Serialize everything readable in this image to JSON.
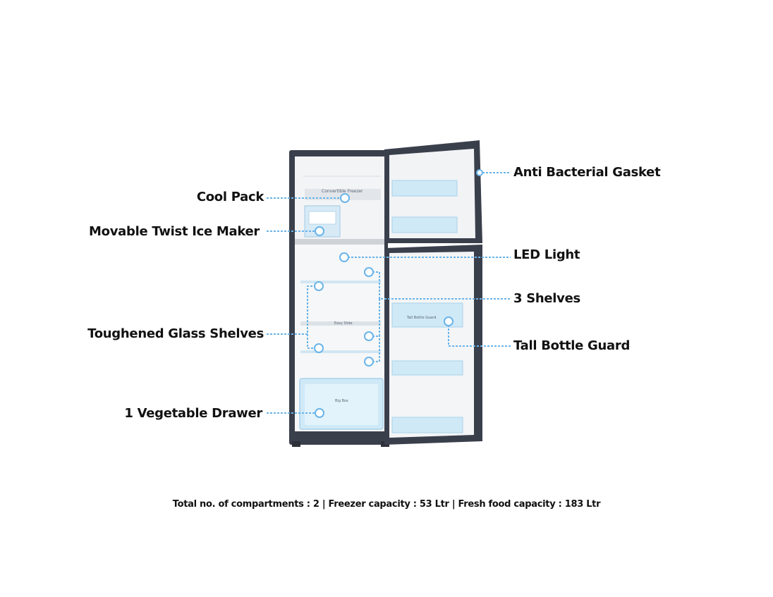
{
  "diagram": {
    "panel_labels": {
      "freezer_panel": "Convertible Freezer",
      "shelf_tag": "Easy Slide",
      "bottle_guard_tag": "Tall Bottle Guard",
      "drawer_tag": "Big Box"
    },
    "callouts": {
      "anti_bacterial_gasket": "Anti Bacterial Gasket",
      "cool_pack": "Cool Pack",
      "movable_twist_ice_maker": "Movable Twist Ice Maker",
      "led_light": "LED Light",
      "three_shelves": "3 Shelves",
      "toughened_glass_shelves": "Toughened Glass Shelves",
      "tall_bottle_guard": "Tall Bottle Guard",
      "vegetable_drawer": "1 Vegetable Drawer"
    },
    "footer": "Total no. of compartments : 2 | Freezer capacity : 53 Ltr | Fresh food capacity : 183 Ltr",
    "colors": {
      "leader_line": "#6ab4e8",
      "body_dark": "#3a3f4c",
      "interior": "#eef0f3",
      "accent_blue": "#bfe3f7"
    }
  }
}
